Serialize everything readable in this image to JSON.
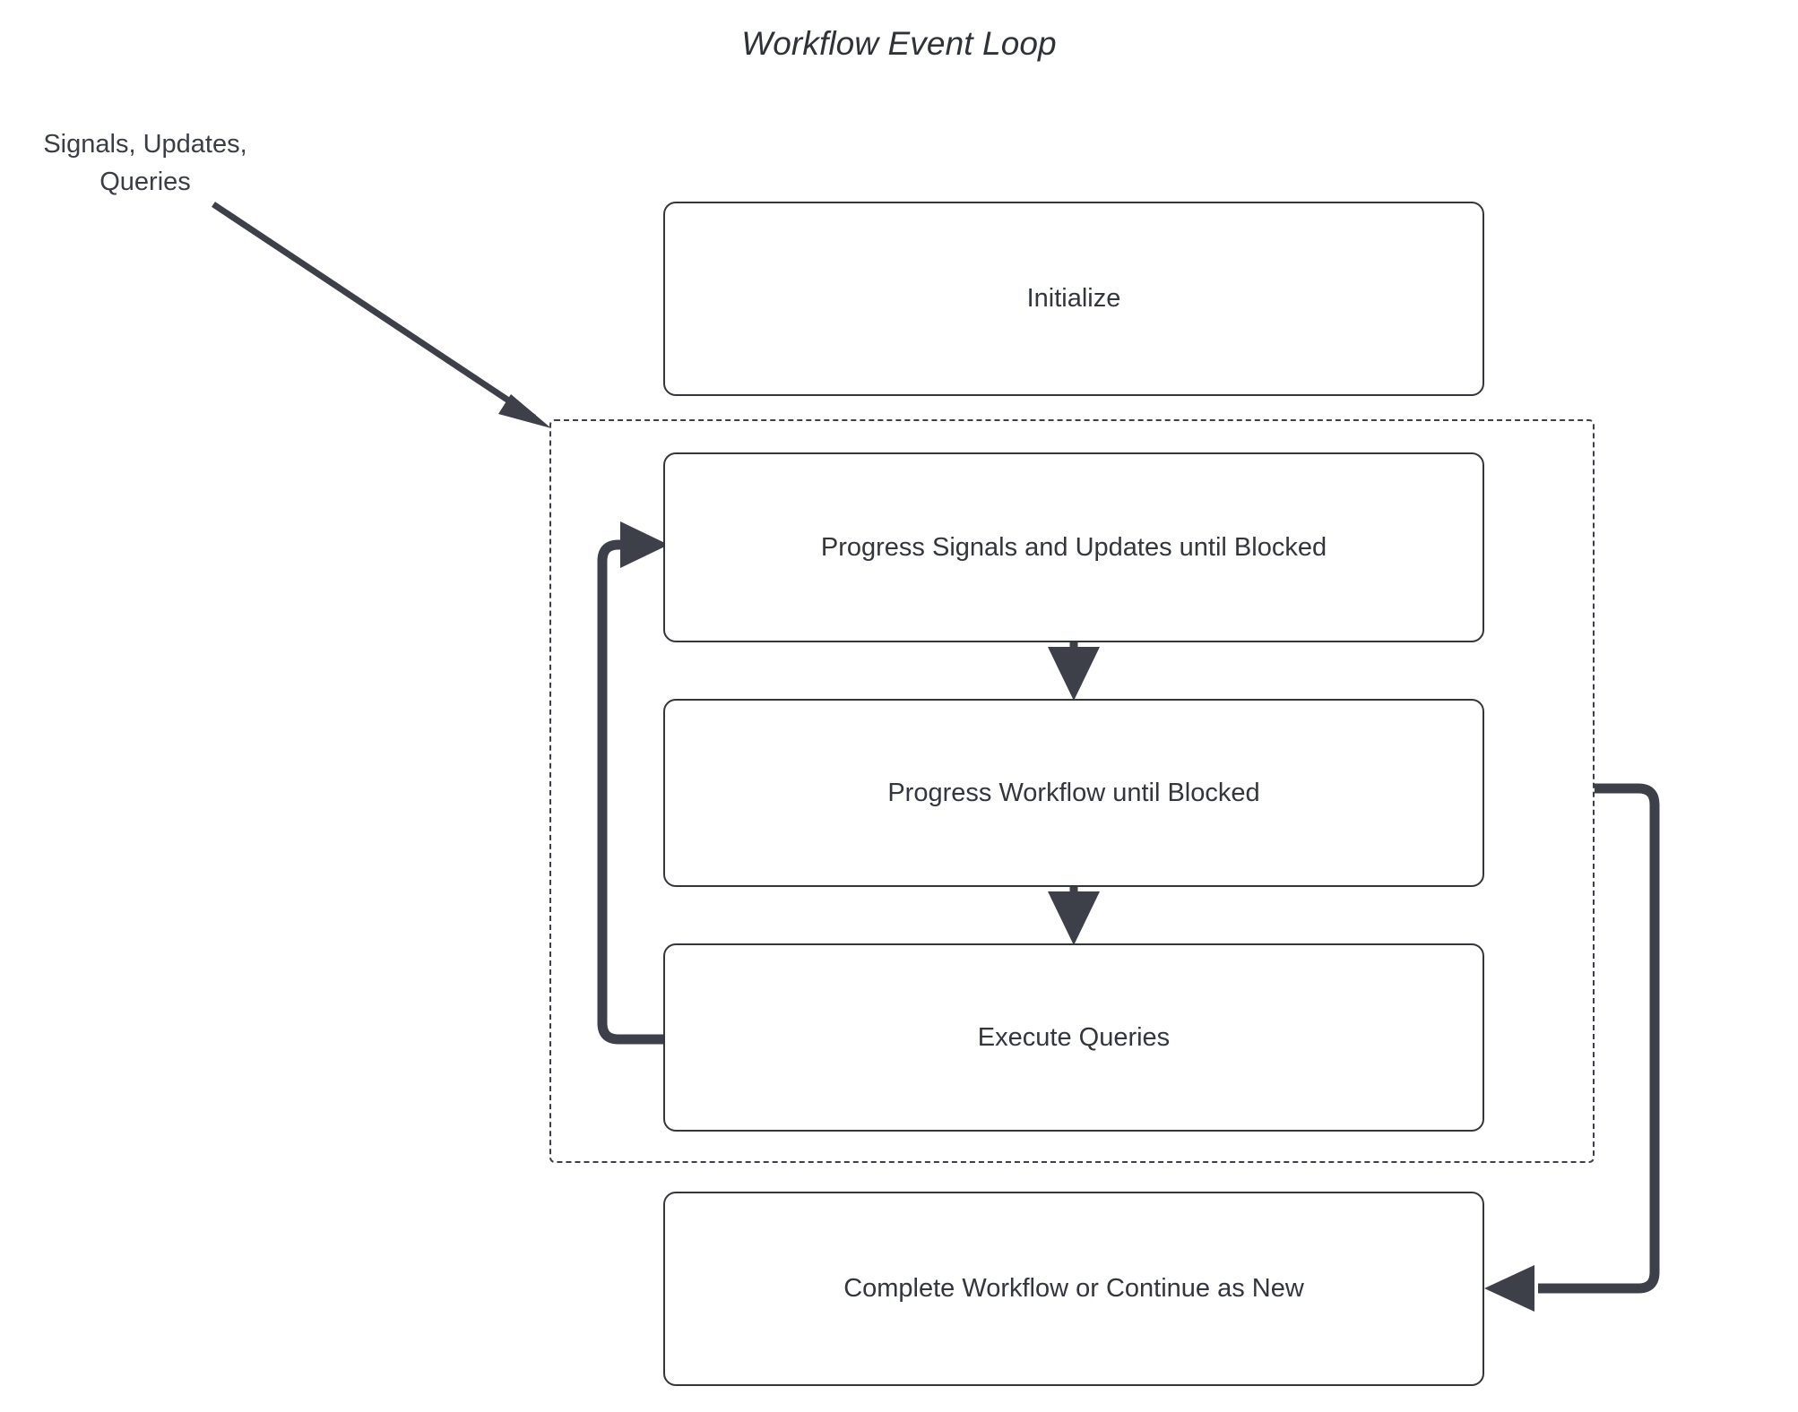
{
  "diagram": {
    "title": "Workflow Event Loop",
    "type": "flowchart",
    "background_color": "#ffffff",
    "stroke_color": "#33363c",
    "text_color": "#33363c",
    "accent_color": "#3d4049"
  },
  "labels": {
    "input_label": "Signals, Updates,\nQueries"
  },
  "nodes": [
    {
      "id": "initialize",
      "label": "Initialize"
    },
    {
      "id": "progress-signals",
      "label": "Progress Signals and Updates until Blocked"
    },
    {
      "id": "progress-workflow",
      "label": "Progress Workflow until Blocked"
    },
    {
      "id": "execute-queries",
      "label": "Execute Queries"
    },
    {
      "id": "complete",
      "label": "Complete Workflow or Continue as New"
    }
  ],
  "group": {
    "id": "event-loop-group",
    "style": "dashed",
    "contains": [
      "progress-signals",
      "progress-workflow",
      "execute-queries"
    ]
  },
  "edges": [
    {
      "id": "input-to-group",
      "from": "input_label",
      "to": "event-loop-group",
      "style": "thin-diagonal-arrow"
    },
    {
      "id": "signals-to-workflow",
      "from": "progress-signals",
      "to": "progress-workflow",
      "style": "thin-down-arrow"
    },
    {
      "id": "workflow-to-queries",
      "from": "progress-workflow",
      "to": "execute-queries",
      "style": "thin-down-arrow"
    },
    {
      "id": "queries-loop-back",
      "from": "execute-queries",
      "to": "progress-signals",
      "style": "thick-loop-arrow"
    },
    {
      "id": "group-to-complete",
      "from": "event-loop-group",
      "to": "complete",
      "style": "thick-return-arrow"
    }
  ]
}
